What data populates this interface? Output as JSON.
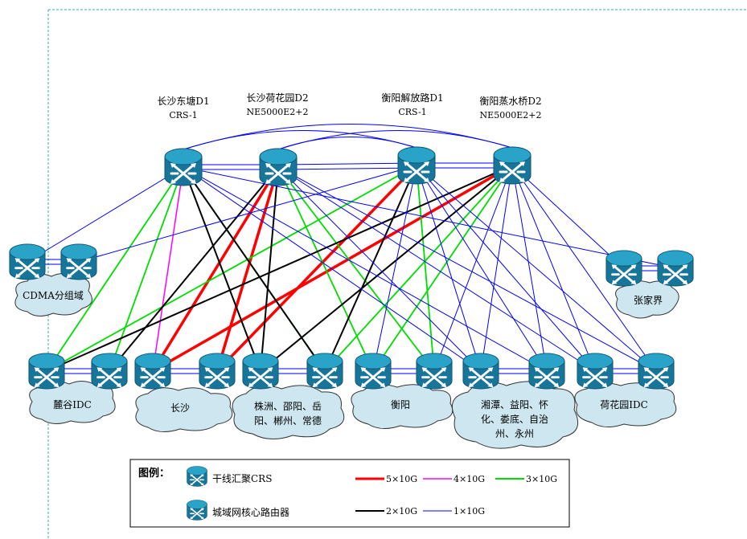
{
  "core_nodes": [
    {
      "id": "csdt",
      "name": "长沙东塘D1",
      "model": "CRS-1"
    },
    {
      "id": "cshhy",
      "name": "长沙荷花园D2",
      "model": "NE5000E2+2"
    },
    {
      "id": "hyjfl",
      "name": "衡阳解放路D1",
      "model": "CRS-1"
    },
    {
      "id": "hyzsq",
      "name": "衡阳蒸水桥D2",
      "model": "NE5000E2+2"
    }
  ],
  "clouds": {
    "cdma": "CDMA分组域",
    "zjj": "张家界",
    "lgidc": "麓谷IDC",
    "cs": "长沙",
    "zz_line1": "株洲、邵阳、岳",
    "zz_line2": "阳、郴州、常德",
    "hy": "衡阳",
    "xt_line1": "湘潭、益阳、怀",
    "xt_line2": "化、娄底、自治",
    "xt_line3": "州、永州",
    "hhyidc": "荷花园IDC"
  },
  "legend": {
    "title": "图例：",
    "crs_label": "干线汇聚CRS",
    "metro_label": "城域网核心路由器",
    "items": [
      {
        "label": "5×10G",
        "color": "#ff0000"
      },
      {
        "label": "4×10G",
        "color": "#ff00ff"
      },
      {
        "label": "3×10G",
        "color": "#00dd00"
      },
      {
        "label": "2×10G",
        "color": "#000000"
      },
      {
        "label": "1×10G",
        "color": "#0000ff"
      }
    ]
  },
  "colors": {
    "router_body": "#1d7fa3",
    "router_top": "#2aa3c8",
    "cloud_fill": "#cde6ef",
    "dash_border": "#2bb5a0"
  }
}
